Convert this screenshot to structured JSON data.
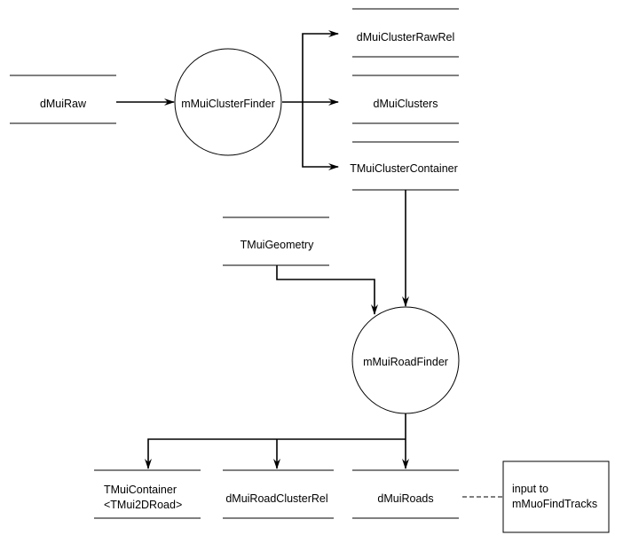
{
  "stores": {
    "dMuiRaw": "dMuiRaw",
    "dMuiClusterRawRel": "dMuiClusterRawRel",
    "dMuiClusters": "dMuiClusters",
    "TMuiClusterContainer": "TMuiClusterContainer",
    "TMuiGeometry": "TMuiGeometry",
    "TMuiContainer_line1": "TMuiContainer",
    "TMuiContainer_line2": "<TMui2DRoad>",
    "dMuiRoadClusterRel": "dMuiRoadClusterRel",
    "dMuiRoads": "dMuiRoads"
  },
  "modules": {
    "mMuiClusterFinder": "mMuiClusterFinder",
    "mMuiRoadFinder": "mMuiRoadFinder"
  },
  "note": {
    "line1": "input to",
    "line2": "mMuoFindTracks"
  }
}
